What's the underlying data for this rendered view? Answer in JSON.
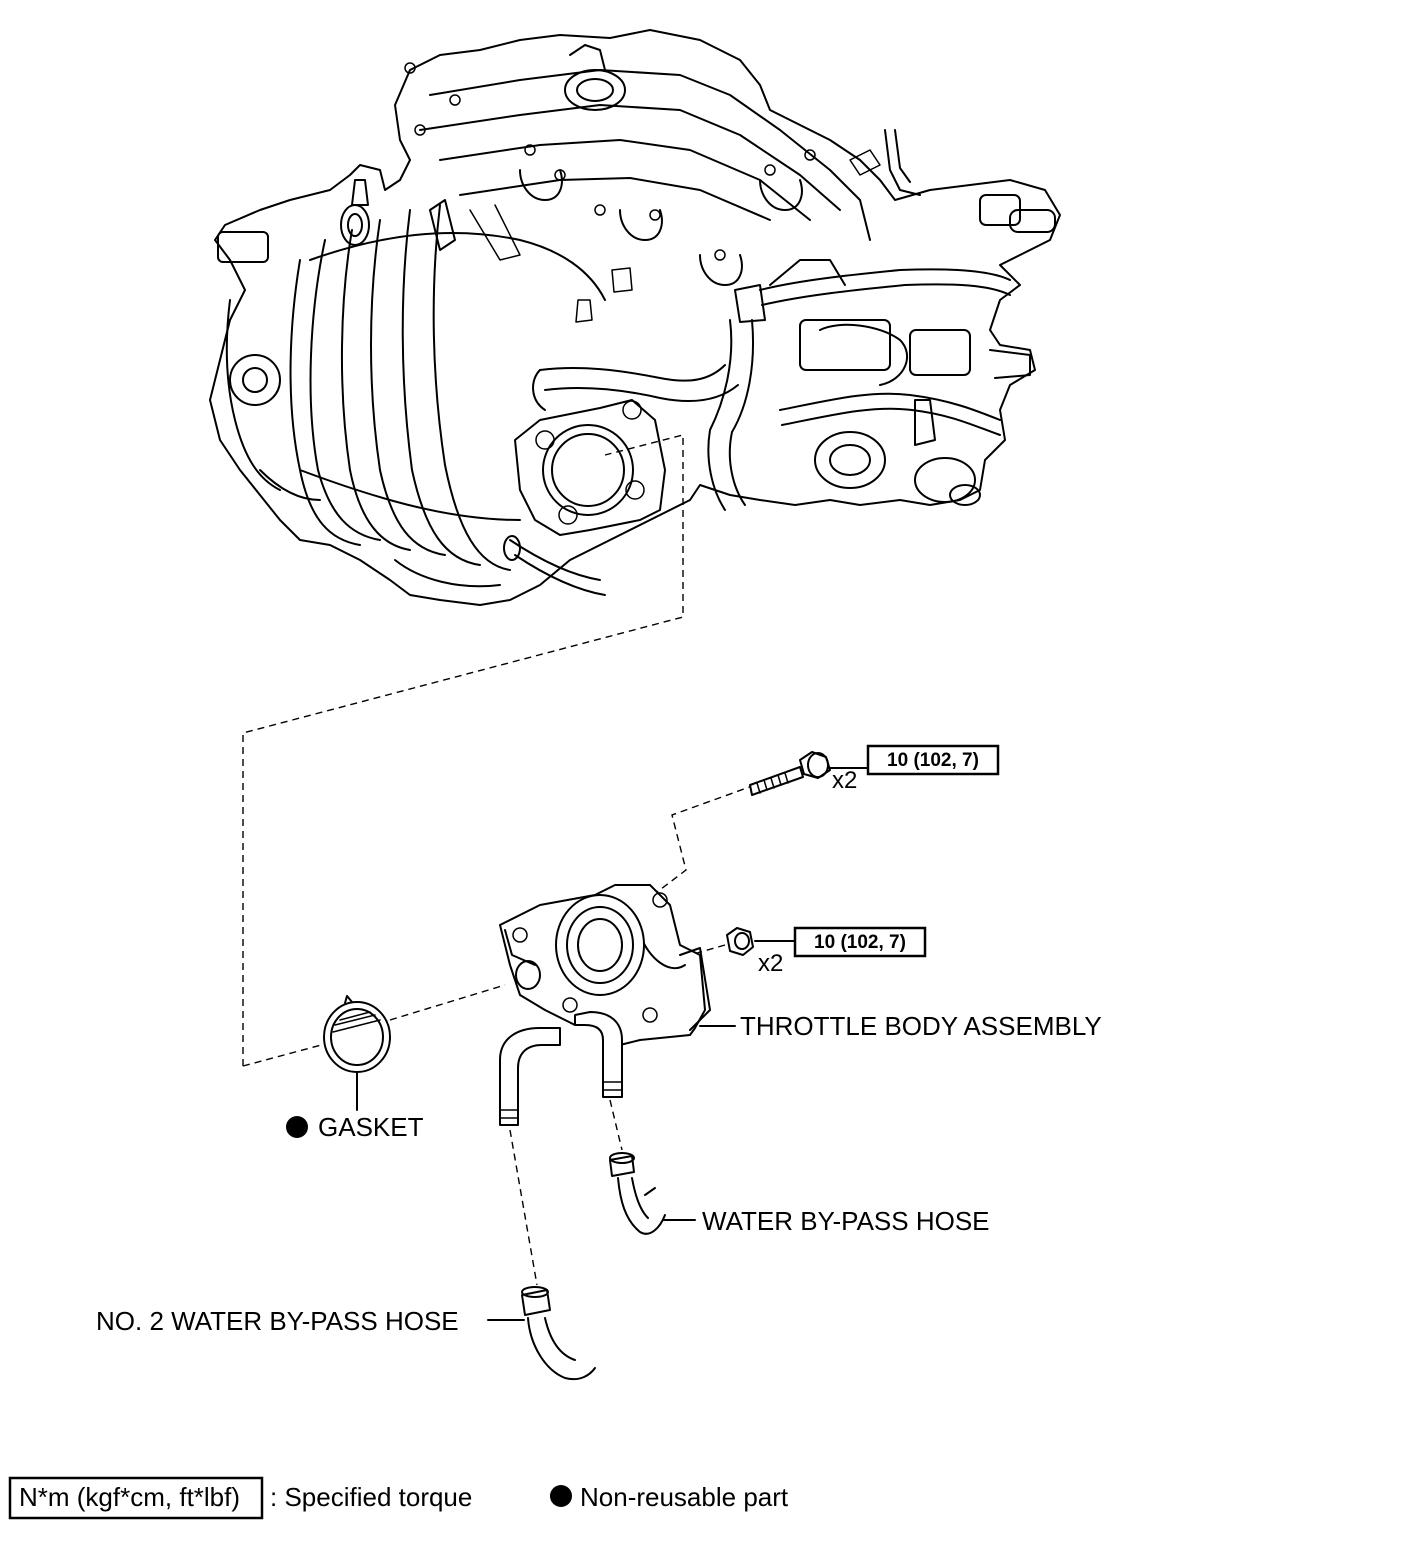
{
  "parts": {
    "throttle_body_assembly": "THROTTLE BODY ASSEMBLY",
    "gasket": "GASKET",
    "water_bypass_hose": "WATER BY-PASS HOSE",
    "no2_water_bypass_hose": "NO. 2 WATER BY-PASS HOSE"
  },
  "fasteners": {
    "bolt": {
      "torque": "10 (102, 7)",
      "quantity": "x2"
    },
    "nut": {
      "torque": "10 (102, 7)",
      "quantity": "x2"
    }
  },
  "legend": {
    "torque_unit": "N*m (kgf*cm, ft*lbf)",
    "torque_desc": ": Specified torque",
    "non_reusable": "Non-reusable part"
  }
}
